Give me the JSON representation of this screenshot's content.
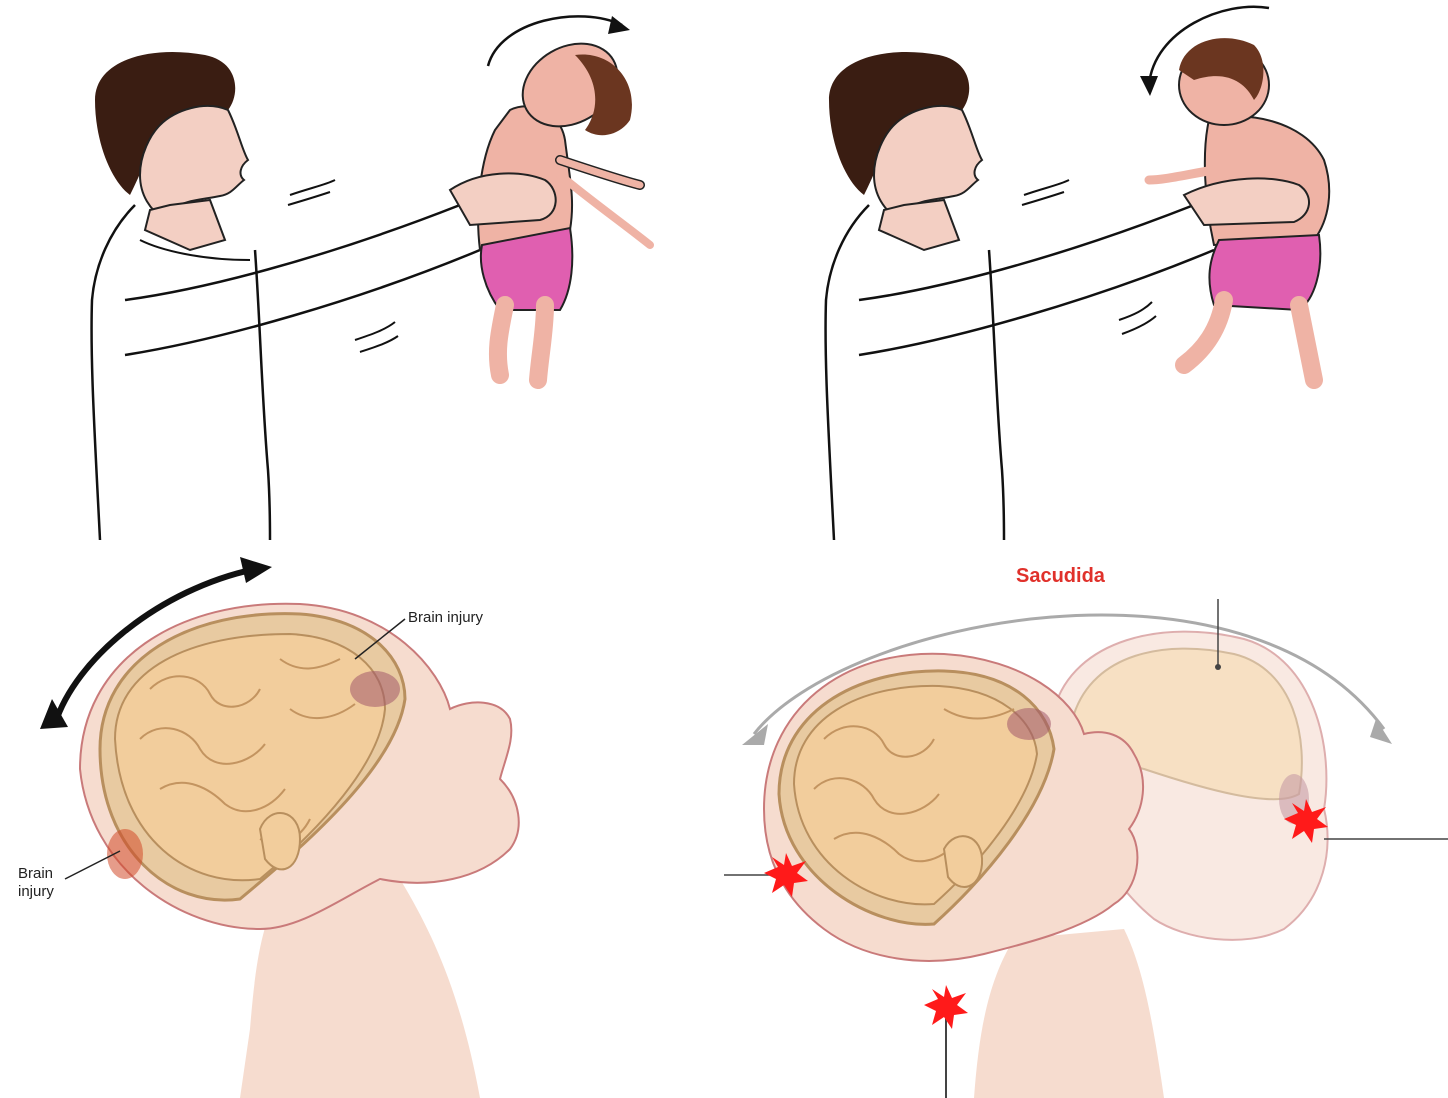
{
  "panels": {
    "head_injury_left": {
      "label_top": "Brain injury",
      "label_back_line1": "Brain",
      "label_back_line2": "injury"
    },
    "head_injury_right": {
      "title": "Sacudida"
    }
  },
  "colors": {
    "skin": "#f3cfc3",
    "baby_skin": "#efb3a5",
    "diaper": "#e05fb0",
    "brain": "#f2cd9c",
    "skull_outline": "#c97a7a",
    "impact_red": "#ff1a1a",
    "arrow_black": "#111111",
    "arrow_gray": "#aaaaaa",
    "title_red": "#e0312b"
  }
}
